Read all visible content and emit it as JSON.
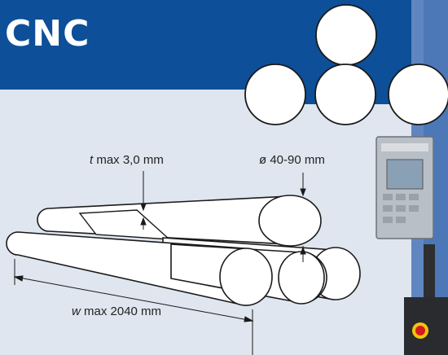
{
  "header": {
    "title": "CNC"
  },
  "specs": {
    "thickness": {
      "symbol": "t",
      "text": " max 3,0 mm"
    },
    "diameter": {
      "text": "ø 40-90 mm"
    },
    "width": {
      "symbol": "w",
      "text": " max 2040 mm"
    }
  },
  "colors": {
    "brand_blue": "#0d4f98",
    "background": "#dfe6ef",
    "emergency_red": "#d7191c"
  }
}
